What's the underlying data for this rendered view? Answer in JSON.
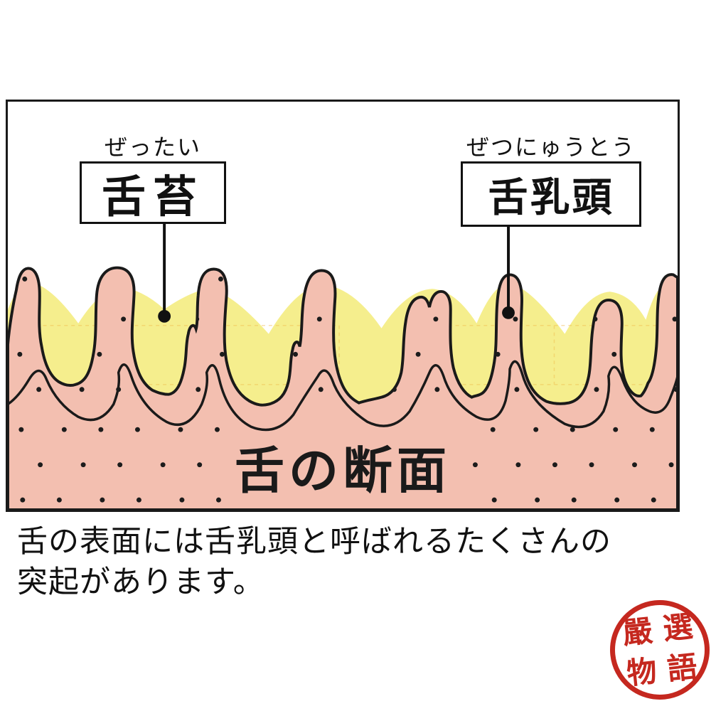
{
  "diagram": {
    "labels": {
      "coating": {
        "furigana": "ぜったい",
        "kanji": "舌苔"
      },
      "papilla": {
        "furigana": "ぜつにゅうとう",
        "kanji": "舌乳頭"
      }
    },
    "section_title": "舌の断面"
  },
  "caption": {
    "line1": "舌の表面には舌乳頭と呼ばれるたくさんの",
    "line2": "突起があります。"
  },
  "seal": {
    "chars": [
      "嚴",
      "選",
      "物",
      "語"
    ]
  },
  "colors": {
    "tissue_pink": "#f3bfb0",
    "coating_yellow": "#f5ee8d",
    "outline_black": "#1a1a1a",
    "seal_red": "#c5281f"
  }
}
